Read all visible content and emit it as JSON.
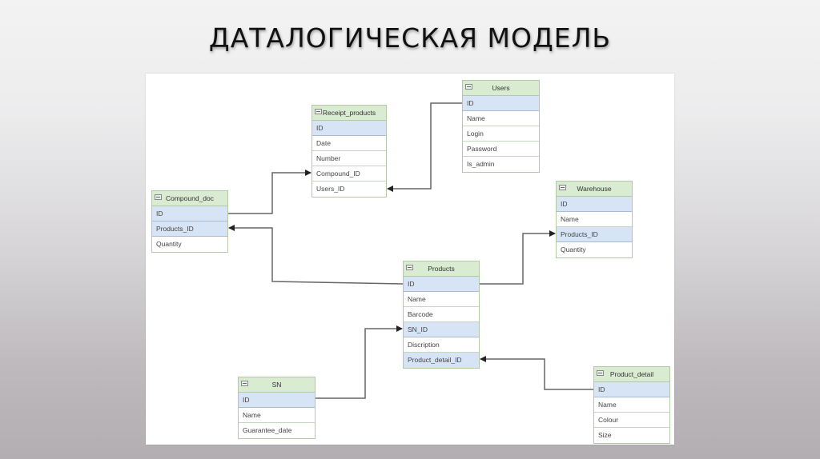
{
  "title": "ДАТАЛОГИЧЕСКАЯ МОДЕЛЬ",
  "colors": {
    "header_fill": "#d9ebd1",
    "key_row_fill": "#d7e4f6",
    "border": "#b4c9a8",
    "connector": "#666666"
  },
  "entities": {
    "receipt_products": {
      "name": "Receipt_products",
      "fields": [
        "ID",
        "Date",
        "Number",
        "Compound_ID",
        "Users_ID"
      ]
    },
    "users": {
      "name": "Users",
      "fields": [
        "ID",
        "Name",
        "Login",
        "Password",
        "Is_admin"
      ]
    },
    "compound_doc": {
      "name": "Compound_doc",
      "fields": [
        "ID",
        "Products_ID",
        "Quantity"
      ]
    },
    "warehouse": {
      "name": "Warehouse",
      "fields": [
        "ID",
        "Name",
        "Products_ID",
        "Quantity"
      ]
    },
    "products": {
      "name": "Products",
      "fields": [
        "ID",
        "Name",
        "Barcode",
        "SN_ID",
        "Discription",
        "Product_detail_ID"
      ]
    },
    "sn": {
      "name": "SN",
      "fields": [
        "ID",
        "Name",
        "Guarantee_date"
      ]
    },
    "product_detail": {
      "name": "Product_detail",
      "fields": [
        "ID",
        "Name",
        "Colour",
        "Size"
      ]
    }
  },
  "relationships": [
    {
      "from": "Users.ID",
      "to": "Receipt_products.Users_ID"
    },
    {
      "from": "Compound_doc.ID",
      "to": "Receipt_products.Compound_ID"
    },
    {
      "from": "Products.ID",
      "to": "Compound_doc.Products_ID"
    },
    {
      "from": "Products.ID",
      "to": "Warehouse.Products_ID"
    },
    {
      "from": "SN.ID",
      "to": "Products.SN_ID"
    },
    {
      "from": "Product_detail.ID",
      "to": "Products.Product_detail_ID"
    }
  ]
}
